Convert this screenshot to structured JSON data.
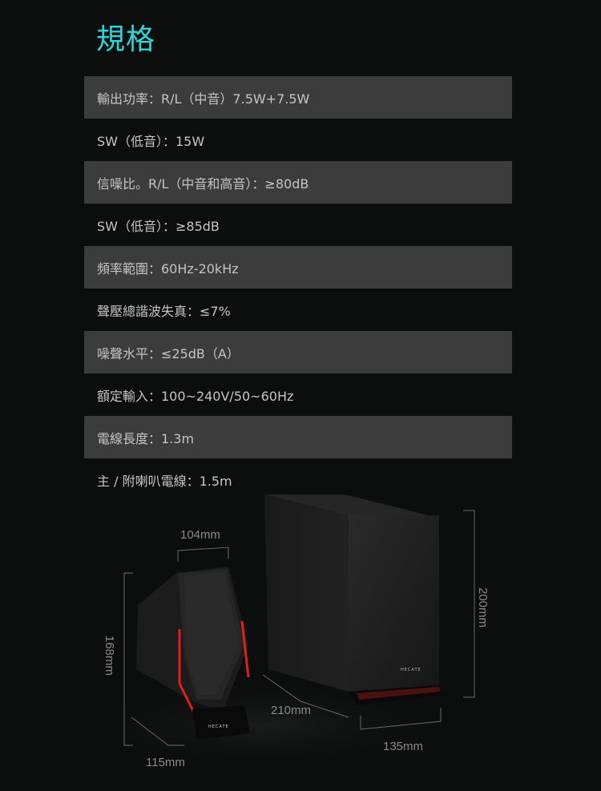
{
  "title": "規格",
  "specs": [
    {
      "text": "輸出功率：R/L（中音）7.5W+7.5W",
      "shaded": true
    },
    {
      "text": "SW（低音）：15W",
      "shaded": false
    },
    {
      "text": "信噪比。R/L（中音和高音）：≥80dB",
      "shaded": true
    },
    {
      "text": "SW（低音）：≥85dB",
      "shaded": false
    },
    {
      "text": "頻率範圍：60Hz-20kHz",
      "shaded": true
    },
    {
      "text": "聲壓總諧波失真：≤7%",
      "shaded": false
    },
    {
      "text": "噪聲水平：≤25dB（A）",
      "shaded": true
    },
    {
      "text": "額定輸入：100~240V/50~60Hz",
      "shaded": false
    },
    {
      "text": "電線長度：1.3m",
      "shaded": true
    },
    {
      "text": "主 / 附喇叭電線：1.5m",
      "shaded": false
    }
  ],
  "figure": {
    "satellite": {
      "width": "104mm",
      "height": "168mm",
      "depth": "115mm",
      "brand": "HECATE"
    },
    "subwoofer": {
      "height": "200mm",
      "depth": "210mm",
      "width": "135mm",
      "brand": "HECATE"
    }
  },
  "colors": {
    "title": "#2ed6d8",
    "row_shade": "#3c3c3c",
    "background": "#0c0d0d",
    "accent_red": "#e0201a"
  }
}
